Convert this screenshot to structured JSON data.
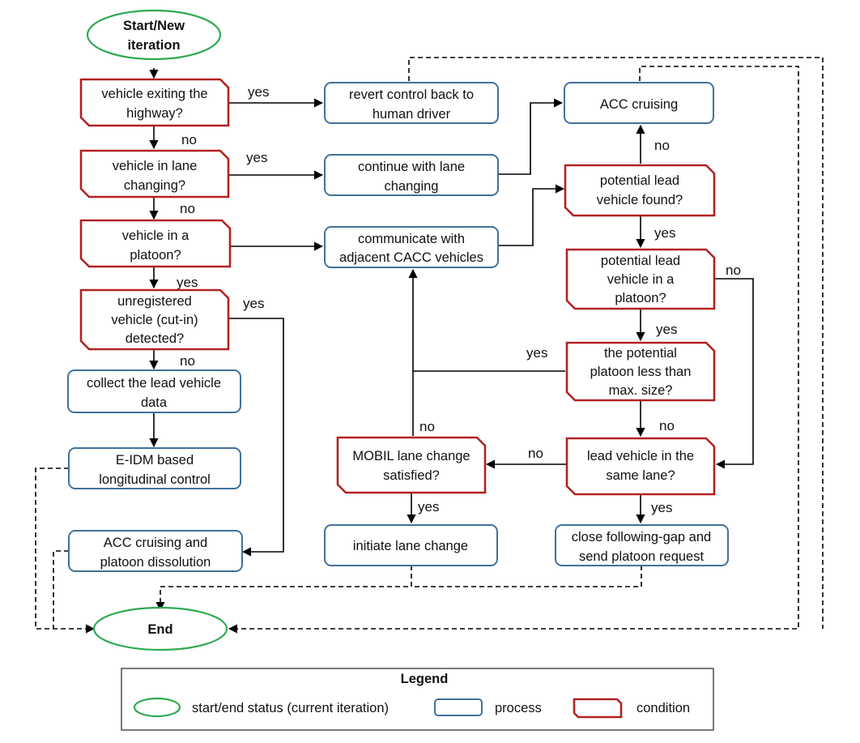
{
  "nodes": {
    "start": [
      "Start/New",
      "iteration"
    ],
    "exit_highway": [
      "vehicle exiting the",
      "highway?"
    ],
    "revert_control": [
      "revert control back to",
      "human driver"
    ],
    "in_lane_changing": [
      "vehicle in lane",
      "changing?"
    ],
    "continue_lane_changing": [
      "continue with lane",
      "changing"
    ],
    "in_platoon": [
      "vehicle in a",
      "platoon?"
    ],
    "communicate_cacc": [
      "communicate with",
      "adjacent CACC vehicles"
    ],
    "unregistered_vehicle": [
      "unregistered",
      "vehicle (cut-in)",
      "detected?"
    ],
    "collect_lead_data": [
      "collect the lead vehicle",
      "data"
    ],
    "eidm_control": [
      "E-IDM based",
      "longitudinal control"
    ],
    "acc_dissolution": [
      "ACC cruising and",
      "platoon dissolution"
    ],
    "end": [
      "End"
    ],
    "acc_cruising": [
      "ACC cruising"
    ],
    "potential_lead_found": [
      "potential lead",
      "vehicle found?"
    ],
    "lead_in_platoon": [
      "potential lead",
      "vehicle in a",
      "platoon?"
    ],
    "platoon_size": [
      "the potential",
      "platoon less than",
      "max. size?"
    ],
    "lead_same_lane": [
      "lead vehicle in the",
      "same lane?"
    ],
    "mobil_satisfied": [
      "MOBIL lane change",
      "satisfied?"
    ],
    "initiate_lane_change": [
      "initiate lane change"
    ],
    "close_gap": [
      "close following-gap and",
      "send platoon request"
    ]
  },
  "edge_labels": {
    "yes": "yes",
    "no": "no"
  },
  "legend": {
    "title": "Legend",
    "items": [
      {
        "shape": "ellipse",
        "label": "start/end status (current iteration)"
      },
      {
        "shape": "process",
        "label": "process"
      },
      {
        "shape": "condition",
        "label": "condition"
      }
    ]
  },
  "colors": {
    "process_border": "#41719C",
    "condition_border": "#B22222",
    "terminal_border": "#2EAA52"
  }
}
